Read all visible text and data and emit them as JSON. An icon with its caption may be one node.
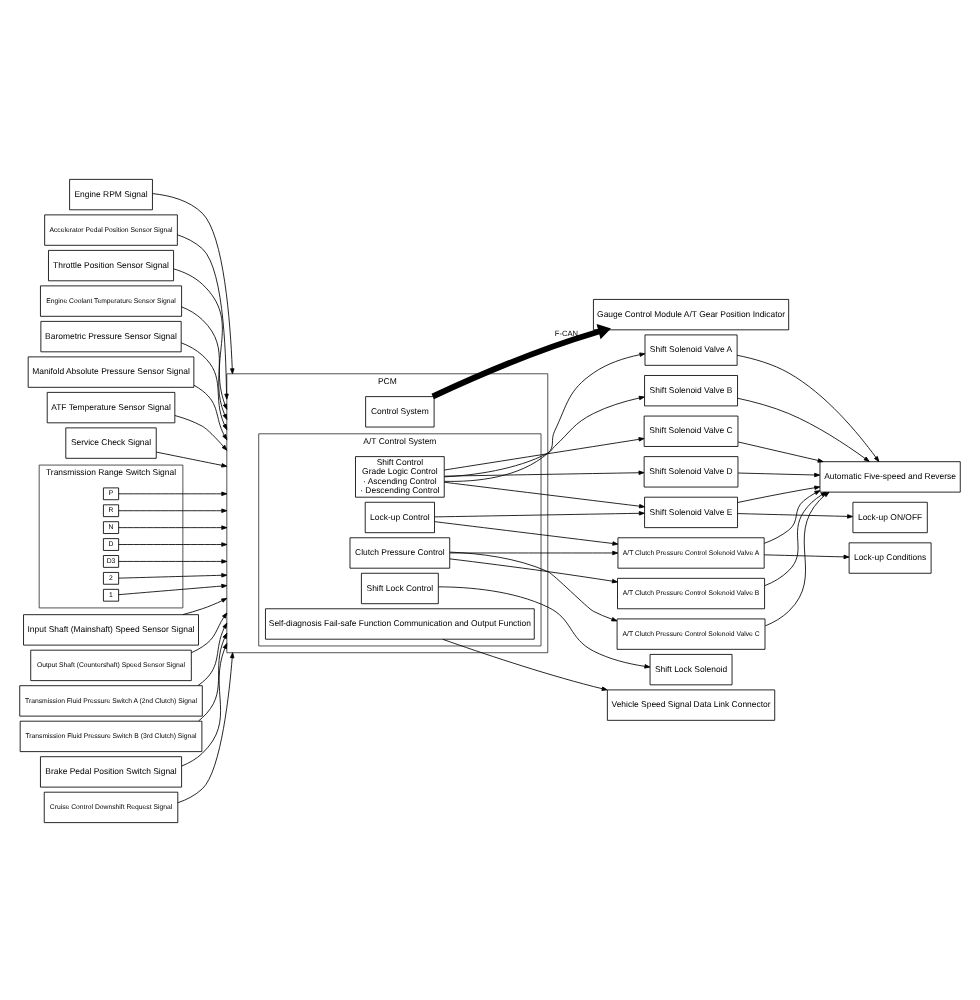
{
  "diagram": {
    "nodes": [
      {
        "text": [
          "PCM"
        ]
      },
      {
        "text": [
          "Control System"
        ],
        "in": 0
      },
      {
        "text": [
          "A/T Control System"
        ],
        "in": 0
      },
      {
        "text": [
          "Shift Control",
          "Grade Logic Control",
          "· Ascending Control",
          "· Descending Control"
        ],
        "in": 2
      },
      {
        "text": [
          "Clutch Pressure Control"
        ],
        "in": 2
      },
      {
        "text": [
          "Lock-up Control"
        ],
        "in": 2
      },
      {
        "text": [
          "Self-diagnosis Fail-safe Function Communication and Output Function"
        ],
        "in": 2
      },
      {
        "text": [
          "Shift Lock Control"
        ],
        "in": 2
      },
      {
        "text": [
          "Engine RPM Signal"
        ]
      },
      {
        "text": [
          "Accelerator Pedal Position Sensor Signal"
        ]
      },
      {
        "text": [
          "Throttle Position Sensor Signal"
        ]
      },
      {
        "text": [
          "Engine Coolant Temperature Sensor Signal"
        ]
      },
      {
        "text": [
          "Barometric Pressure Sensor Signal"
        ]
      },
      {
        "text": [
          "Manifold Absolute Pressure Sensor Signal"
        ]
      },
      {
        "text": [
          "ATF Temperature Sensor Signal"
        ]
      },
      {
        "text": [
          "Service Check Signal"
        ]
      },
      {
        "text": [
          "Transmission Range Switch Signal"
        ]
      },
      {
        "text": [
          "P"
        ],
        "in": 16
      },
      {
        "text": [
          "R"
        ],
        "in": 16
      },
      {
        "text": [
          "N"
        ],
        "in": 16
      },
      {
        "text": [
          "D"
        ],
        "in": 16
      },
      {
        "text": [
          "D3"
        ],
        "in": 16
      },
      {
        "text": [
          "2"
        ],
        "in": 16
      },
      {
        "text": [
          "1"
        ],
        "in": 16
      },
      {
        "text": [
          "Input Shaft (Mainshaft) Speed Sensor Signal"
        ]
      },
      {
        "text": [
          "Output Shaft (Countershaft) Speed Sensor Signal"
        ]
      },
      {
        "text": [
          "Transmission Fluid Pressure Switch A (2nd Clutch) Signal"
        ]
      },
      {
        "text": [
          "Transmission Fluid Pressure Switch B (3rd Clutch) Signal"
        ]
      },
      {
        "text": [
          "Brake Pedal Position Switch Signal"
        ]
      },
      {
        "text": [
          "Cruise Control Downshift Request Signal"
        ]
      },
      {
        "text": [
          "Gauge Control Module A/T Gear Position Indicator"
        ]
      },
      {
        "text": [
          "Shift Solenoid Valve A"
        ]
      },
      {
        "text": [
          "Shift Solenoid Valve B"
        ]
      },
      {
        "text": [
          "Shift Solenoid Valve C"
        ]
      },
      {
        "text": [
          "Shift Solenoid Valve D"
        ]
      },
      {
        "text": [
          "Shift Solenoid Valve E"
        ]
      },
      {
        "text": [
          "A/T Clutch Pressure Control Solenoid Valve A"
        ]
      },
      {
        "text": [
          "A/T Clutch Pressure Control Solenoid Valve B"
        ]
      },
      {
        "text": [
          "A/T Clutch Pressure Control Solenoid Valve C"
        ]
      },
      {
        "text": [
          "Automatic Five-speed and Reverse"
        ]
      },
      {
        "text": [
          "Lock-up ON/OFF"
        ]
      },
      {
        "text": [
          "Lock-up Conditions"
        ]
      },
      {
        "text": [
          "Vehicle Speed Signal Data Link Connector"
        ]
      },
      {
        "text": [
          "Shift Lock Solenoid"
        ]
      }
    ],
    "edges": [
      {
        "from": 8,
        "to": 0,
        "arrow": "to"
      },
      {
        "from": 9,
        "to": 0,
        "arrow": "to"
      },
      {
        "from": 10,
        "to": 0,
        "arrow": "to"
      },
      {
        "from": 11,
        "to": 0,
        "arrow": "to"
      },
      {
        "from": 12,
        "to": 0,
        "arrow": "to"
      },
      {
        "from": 13,
        "to": 0,
        "arrow": "to"
      },
      {
        "from": 14,
        "to": 0,
        "arrow": "to"
      },
      {
        "from": 15,
        "to": 0,
        "arrow": "to"
      },
      {
        "from": 17,
        "to": 0,
        "arrow": "to"
      },
      {
        "from": 18,
        "to": 0,
        "arrow": "to"
      },
      {
        "from": 19,
        "to": 0,
        "arrow": "to"
      },
      {
        "from": 20,
        "to": 0,
        "arrow": "to"
      },
      {
        "from": 21,
        "to": 0,
        "arrow": "to"
      },
      {
        "from": 22,
        "to": 0,
        "arrow": "to"
      },
      {
        "from": 23,
        "to": 0,
        "arrow": "to"
      },
      {
        "from": 24,
        "to": 0,
        "arrow": "to"
      },
      {
        "from": 25,
        "to": 0,
        "arrow": "to"
      },
      {
        "from": 26,
        "to": 0,
        "arrow": "to"
      },
      {
        "from": 27,
        "to": 0,
        "arrow": "to"
      },
      {
        "from": 28,
        "to": 0,
        "arrow": "to"
      },
      {
        "from": 29,
        "to": 0,
        "arrow": "to"
      },
      {
        "from": 1,
        "to": 30,
        "arrow": "to",
        "label": "F-CAN",
        "style": "thick"
      },
      {
        "from": 3,
        "to": 31,
        "arrow": "to"
      },
      {
        "from": 3,
        "to": 32,
        "arrow": "to"
      },
      {
        "from": 3,
        "to": 33,
        "arrow": "to"
      },
      {
        "from": 3,
        "to": 34,
        "arrow": "to"
      },
      {
        "from": 3,
        "to": 35,
        "arrow": "to"
      },
      {
        "from": 4,
        "to": 36,
        "arrow": "to"
      },
      {
        "from": 4,
        "to": 37,
        "arrow": "to"
      },
      {
        "from": 4,
        "to": 38,
        "arrow": "to"
      },
      {
        "from": 5,
        "to": 35,
        "arrow": "to"
      },
      {
        "from": 5,
        "to": 36,
        "arrow": "to"
      },
      {
        "from": 31,
        "to": 39,
        "arrow": "to"
      },
      {
        "from": 32,
        "to": 39,
        "arrow": "to"
      },
      {
        "from": 33,
        "to": 39,
        "arrow": "to"
      },
      {
        "from": 34,
        "to": 39,
        "arrow": "to"
      },
      {
        "from": 35,
        "to": 39,
        "arrow": "to"
      },
      {
        "from": 36,
        "to": 39,
        "arrow": "to"
      },
      {
        "from": 37,
        "to": 39,
        "arrow": "to"
      },
      {
        "from": 38,
        "to": 39,
        "arrow": "to"
      },
      {
        "from": 35,
        "to": 40,
        "arrow": "to"
      },
      {
        "from": 36,
        "to": 41,
        "arrow": "to"
      },
      {
        "from": 6,
        "to": 42,
        "arrow": "to"
      },
      {
        "from": 7,
        "to": 43,
        "arrow": "to"
      }
    ]
  }
}
